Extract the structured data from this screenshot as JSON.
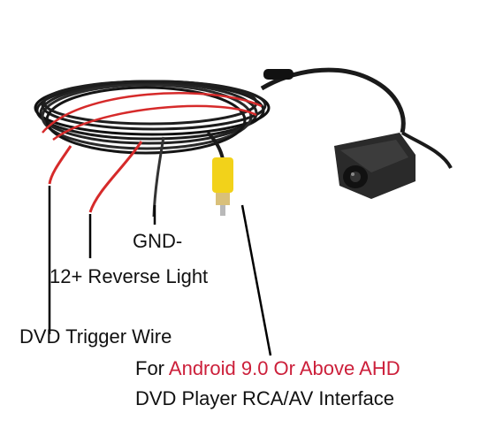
{
  "labels": {
    "gnd": "GND-",
    "reverse_light": "12+ Reverse Light",
    "dvd_trigger": "DVD Trigger Wire",
    "rca_prefix": "For ",
    "rca_highlight": "Android 9.0 Or Above AHD",
    "rca_line2": "DVD Player RCA/AV Interface"
  },
  "colors": {
    "highlight": "#cc1f3a",
    "cable": "#1a1a1a",
    "red_wire": "#d62a2a",
    "yellow_plug": "#f2d21a",
    "camera_body": "#2a2a2a"
  }
}
